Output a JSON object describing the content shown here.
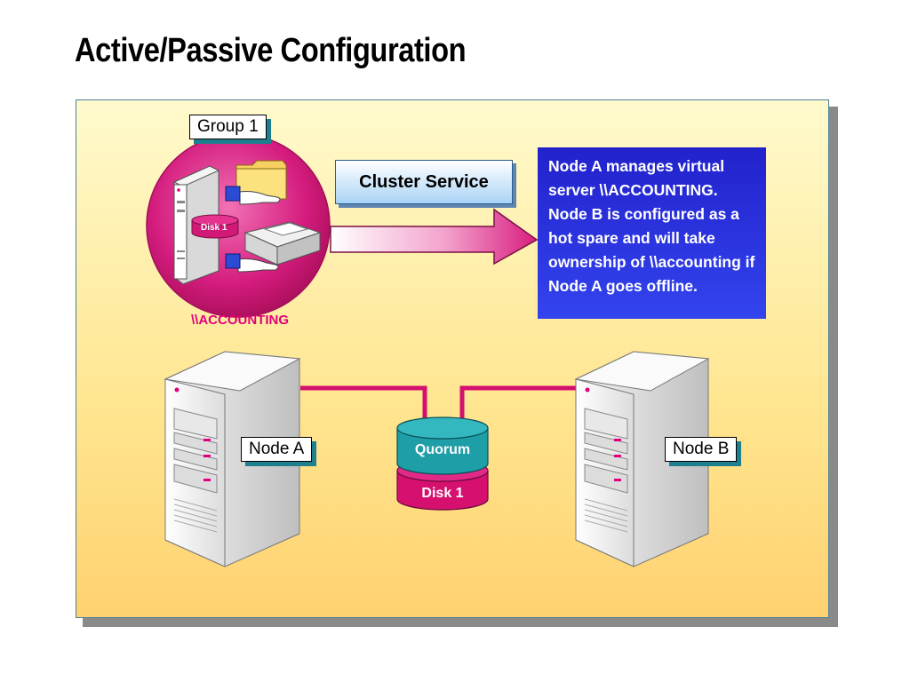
{
  "title": "Active/Passive Configuration",
  "group_label": "Group 1",
  "cluster_service": "Cluster Service",
  "note_text": "Node A manages virtual server \\\\ACCOUNTING. Node B is configured as a hot spare and will take ownership of \\\\accounting if Node A goes offline.",
  "virtual_server_name": "\\\\ACCOUNTING",
  "group_disk_label": "Disk 1",
  "node_a": "Node A",
  "node_b": "Node B",
  "quorum_label": "Quorum",
  "disk_label": "Disk 1",
  "colors": {
    "accent": "#e0007a",
    "note_bg": "#2a33dd",
    "link": "#d4106f",
    "quorum": "#1f9fa8"
  }
}
